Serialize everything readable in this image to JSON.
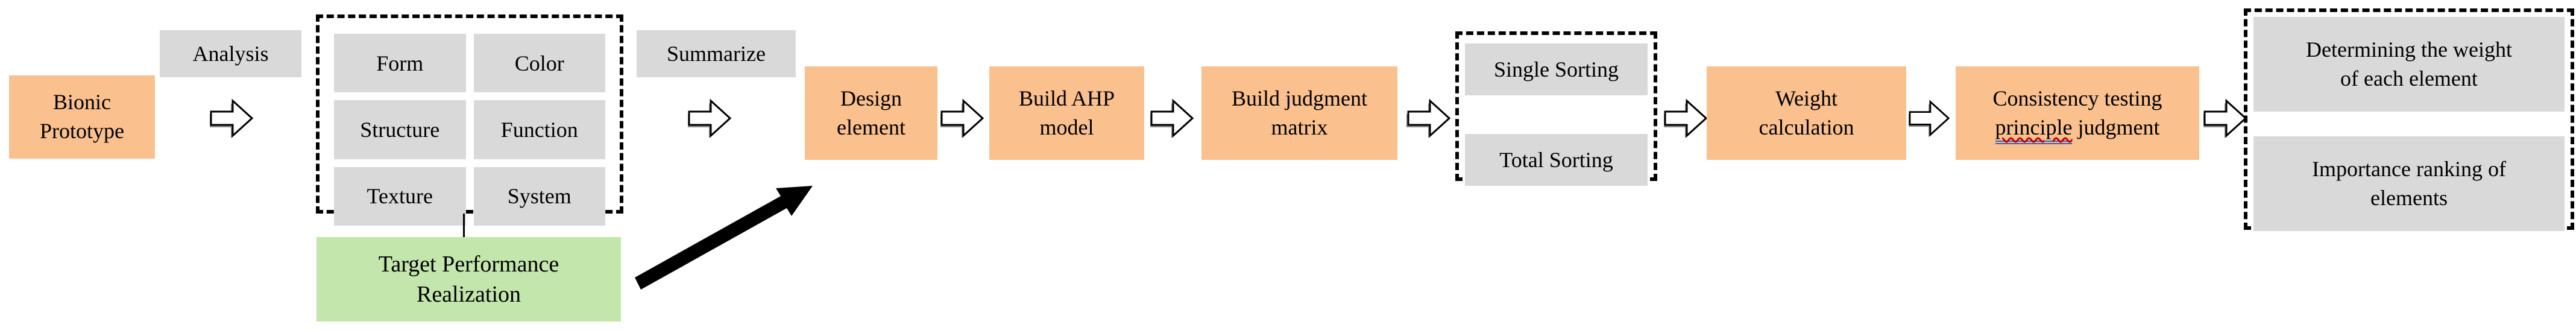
{
  "figure": {
    "type": "flowchart",
    "description": "AHP-based bionic design process flow diagram"
  },
  "colors": {
    "process_orange": "#FAC08E",
    "label_gray": "#D9D9D9",
    "target_green": "#C3E6AC",
    "dashed_border": "#000000",
    "spellcheck_red": "#C00000",
    "grammar_blue": "#3B5FC0"
  },
  "nodes": {
    "bionic_prototype": {
      "label": "Bionic\nPrototype"
    },
    "analysis": {
      "label": "Analysis"
    },
    "bionic_elements": {
      "items": [
        "Form",
        "Color",
        "Structure",
        "Function",
        "Texture",
        "System"
      ]
    },
    "target_performance": {
      "label": "Target Performance\nRealization"
    },
    "summarize": {
      "label": "Summarize"
    },
    "design_element": {
      "label": "Design\nelement"
    },
    "build_ahp_model": {
      "label": "Build AHP\nmodel"
    },
    "build_judgment_matrix": {
      "label": "Build judgment\nmatrix"
    },
    "sorting": {
      "items": [
        "Single Sorting",
        "Total Sorting"
      ]
    },
    "weight_calculation": {
      "label": "Weight\ncalculation"
    },
    "consistency_testing": {
      "line1": "Consistency testing",
      "underlined_word": "principle",
      "line2_rest": "judgment"
    },
    "outputs": {
      "items": [
        "Determining the weight\nof each element",
        "Importance ranking of\nelements"
      ]
    }
  }
}
